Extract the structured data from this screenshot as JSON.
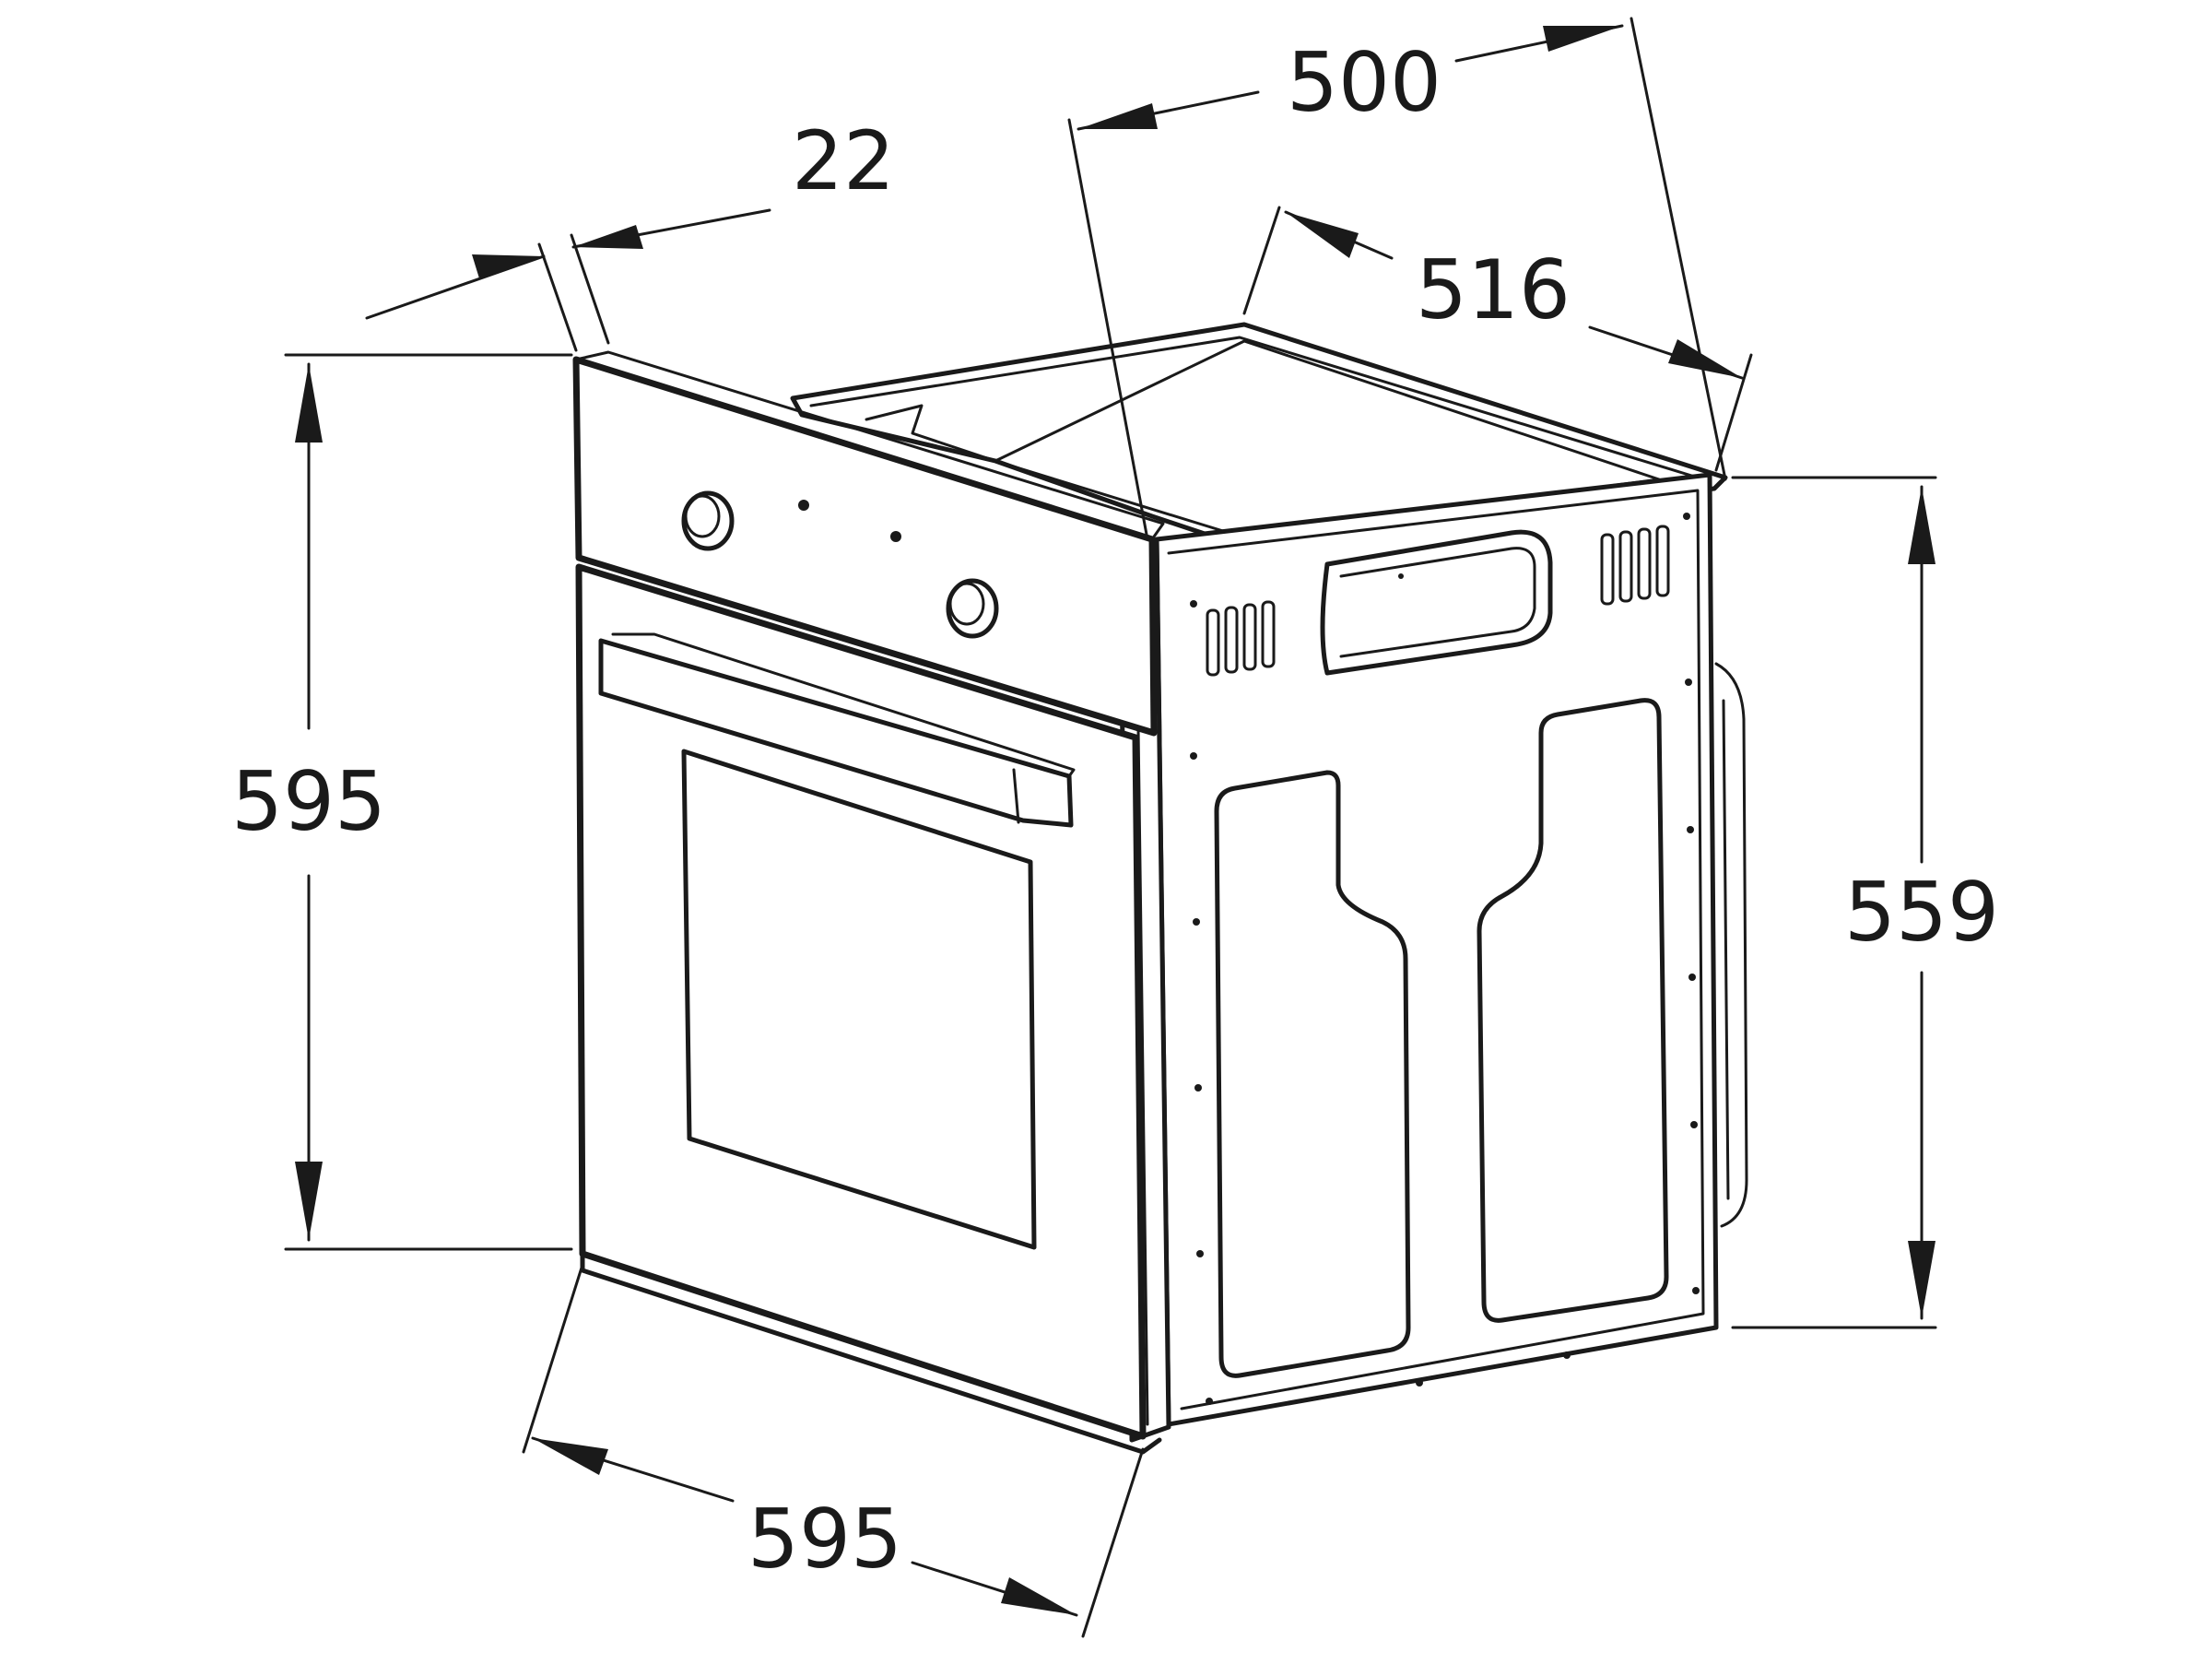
{
  "dimensions": {
    "front_height": "595",
    "front_width": "595",
    "panel_depth": "22",
    "body_depth_outer": "500",
    "body_depth_inner": "516",
    "body_height": "559"
  },
  "colors": {
    "line": "#1a1a1a",
    "background": "#ffffff"
  }
}
